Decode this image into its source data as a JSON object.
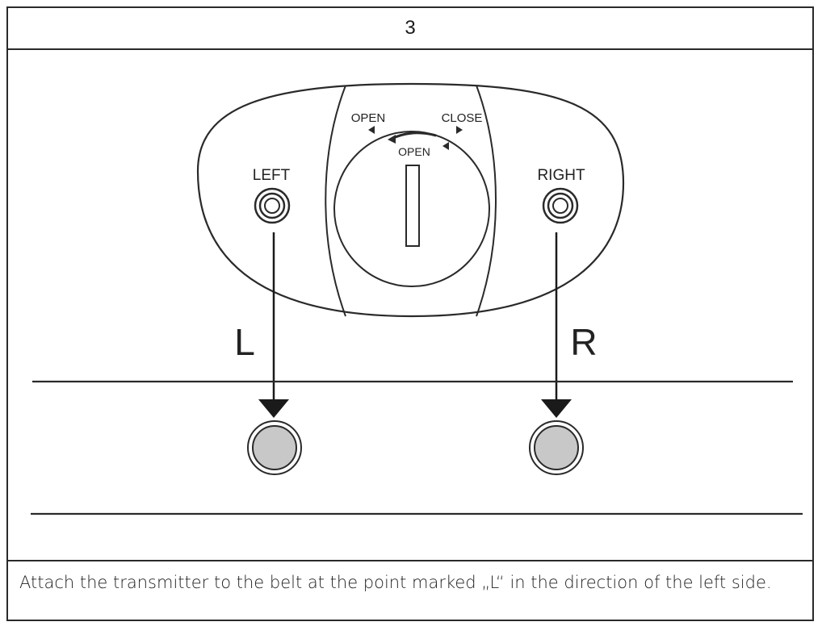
{
  "step": {
    "number": "3"
  },
  "device": {
    "left_label": "LEFT",
    "right_label": "RIGHT",
    "open_label_top": "OPEN",
    "close_label": "CLOSE",
    "open_label_dial": "OPEN"
  },
  "arrows": {
    "left_marker": "L",
    "right_marker": "R"
  },
  "caption": {
    "text": "Attach the transmitter to the belt at the point marked „L“ in the direction of the left side."
  }
}
